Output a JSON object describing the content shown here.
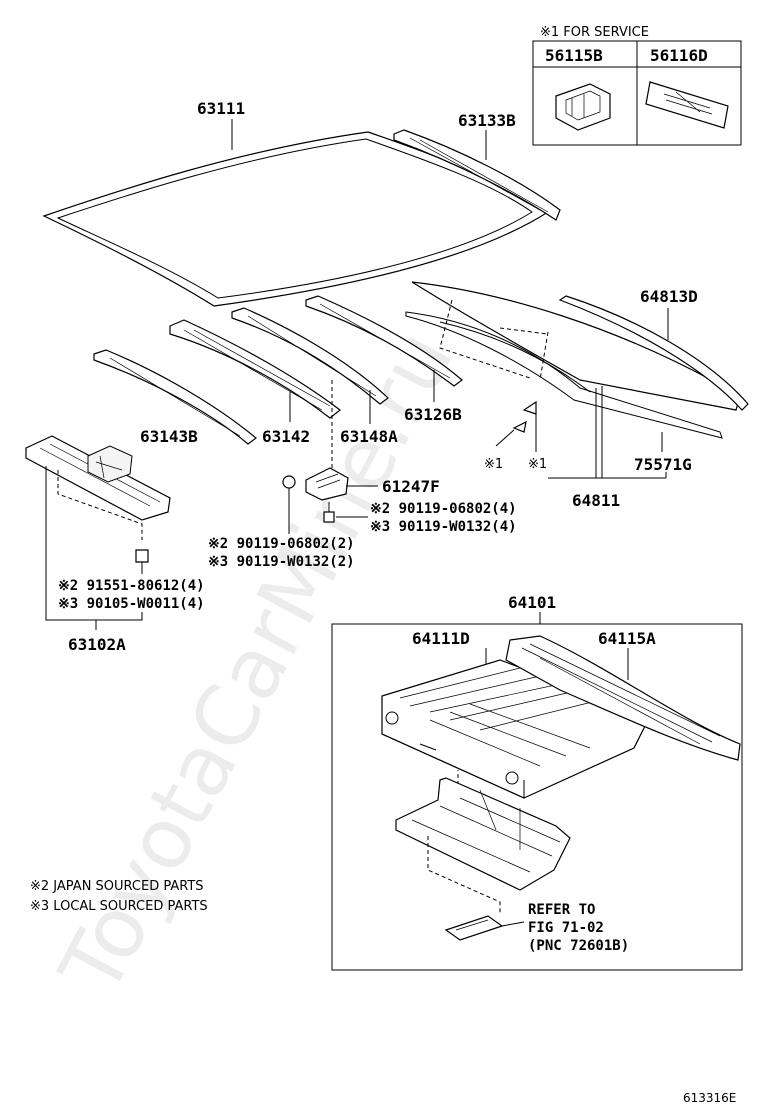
{
  "service_box": {
    "title": "※1 FOR SERVICE",
    "col1": "56115B",
    "col2": "56116D"
  },
  "labels": {
    "p63111": "63111",
    "p63133B": "63133B",
    "p64813D": "64813D",
    "p63143B": "63143B",
    "p63142": "63142",
    "p63148A": "63148A",
    "p63126B": "63126B",
    "p75571G": "75571G",
    "p64811": "64811",
    "p61247F": "61247F",
    "p63102A": "63102A",
    "p64101": "64101",
    "p64111D": "64111D",
    "p64115A": "64115A"
  },
  "markers": {
    "m1a": "※1",
    "m1b": "※1"
  },
  "fasteners": {
    "f1_j": "※2 90119-06802(4)",
    "f1_l": "※3 90119-W0132(4)",
    "f2_j": "※2 90119-06802(2)",
    "f2_l": "※3 90119-W0132(2)",
    "f3_j": "※2 91551-80612(4)",
    "f3_l": "※3 90105-W0011(4)"
  },
  "notes": {
    "japan": "※2 JAPAN SOURCED PARTS",
    "local": "※3 LOCAL SOURCED PARTS"
  },
  "refer": {
    "line1": "REFER TO",
    "line2": "FIG 71-02",
    "line3": "(PNC 72601B)"
  },
  "watermark": "ToyotaCarMine.ru",
  "figure_code": "613316E"
}
